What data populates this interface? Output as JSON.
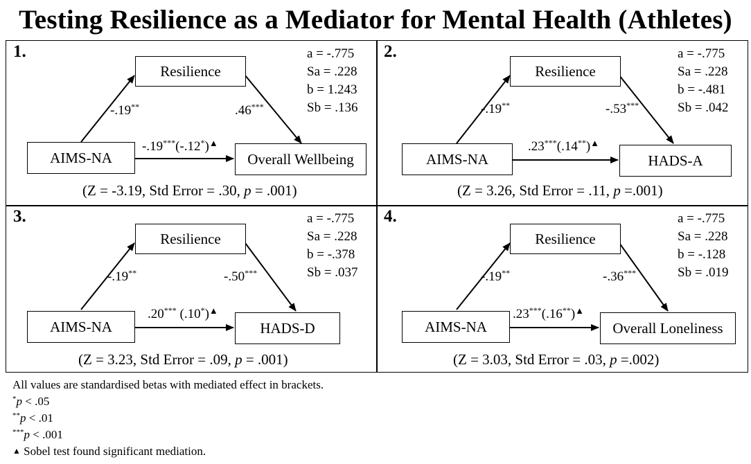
{
  "title": "Testing Resilience as a Mediator for Mental Health (Athletes)",
  "panels": [
    {
      "number": "1.",
      "mediator": "Resilience",
      "predictor": "AIMS-NA",
      "outcome": "Overall Wellbeing",
      "stats": [
        "a = -.775",
        "Sa = .228",
        "b = 1.243",
        "Sb = .136"
      ],
      "path_a": {
        "value": "-.19",
        "sig": "**"
      },
      "path_b": {
        "value": ".46",
        "sig": "***"
      },
      "path_c": {
        "value": "-.19",
        "sig": "***",
        "mediated_value": "(-.12",
        "mediated_sig": "*",
        "close": ")",
        "marker": "▲"
      },
      "sobel": {
        "pre": "(Z = -3.19, Std Error = .30, ",
        "p": "p",
        "post": " = .001)"
      }
    },
    {
      "number": "2.",
      "mediator": "Resilience",
      "predictor": "AIMS-NA",
      "outcome": "HADS-A",
      "stats": [
        "a = -.775",
        "Sa = .228",
        "b = -.481",
        "Sb = .042"
      ],
      "path_a": {
        "value": "-.19",
        "sig": "**"
      },
      "path_b": {
        "value": "-.53",
        "sig": "***"
      },
      "path_c": {
        "value": ".23",
        "sig": "***",
        "mediated_value": "(.14",
        "mediated_sig": "**",
        "close": ")",
        "marker": "▲"
      },
      "sobel": {
        "pre": "(Z = 3.26, Std Error = .11, ",
        "p": "p",
        "post": " =.001)"
      }
    },
    {
      "number": "3.",
      "mediator": "Resilience",
      "predictor": "AIMS-NA",
      "outcome": "HADS-D",
      "stats": [
        "a = -.775",
        "Sa = .228",
        "b = -.378",
        "Sb = .037"
      ],
      "path_a": {
        "value": "-.19",
        "sig": "**"
      },
      "path_b": {
        "value": "-.50",
        "sig": "***"
      },
      "path_c": {
        "value": ".20",
        "sig": "***",
        "mediated_value": " (.10",
        "mediated_sig": "*",
        "close": ")",
        "marker": "▲"
      },
      "sobel": {
        "pre": "(Z = 3.23, Std Error = .09, ",
        "p": "p",
        "post": " = .001)"
      }
    },
    {
      "number": "4.",
      "mediator": "Resilience",
      "predictor": "AIMS-NA",
      "outcome": "Overall Loneliness",
      "stats": [
        "a = -.775",
        "Sa = .228",
        "b = -.128",
        "Sb = .019"
      ],
      "path_a": {
        "value": "-.19",
        "sig": "**"
      },
      "path_b": {
        "value": "-.36",
        "sig": "***"
      },
      "path_c": {
        "value": ".23",
        "sig": "***",
        "mediated_value": "(.16",
        "mediated_sig": "**",
        "close": ")",
        "marker": "▲"
      },
      "sobel": {
        "pre": "(Z = 3.03, Std Error = .03, ",
        "p": "p",
        "post": " =.002)"
      }
    }
  ],
  "notes": {
    "line1": "All values are standardised betas with mediated effect in brackets.",
    "sig1": {
      "sup": "*",
      "p": "p",
      "rest": " < .05"
    },
    "sig2": {
      "sup": "**",
      "p": "p",
      "rest": " < .01"
    },
    "sig3": {
      "sup": "***",
      "p": "p",
      "rest": " < .001"
    },
    "sobel": {
      "marker": "▲",
      "text": " Sobel test found significant mediation."
    }
  }
}
